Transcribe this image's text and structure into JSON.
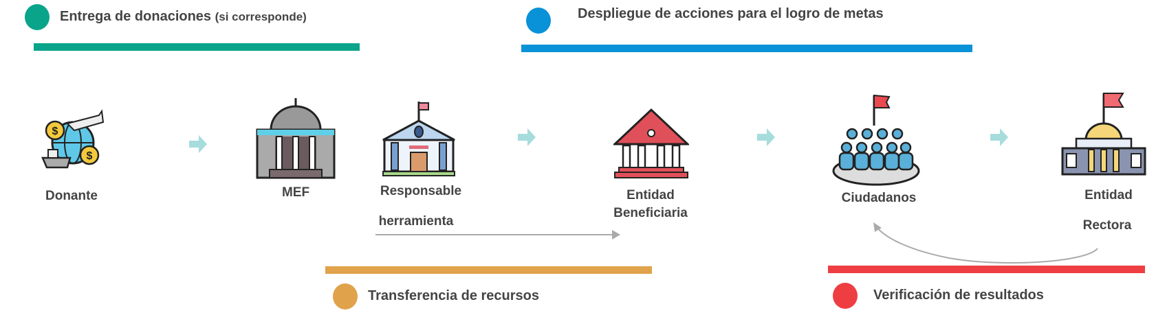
{
  "phases": {
    "donations": {
      "title": "Entrega de donaciones",
      "note": "(si corresponde)",
      "color": "#0aa48b"
    },
    "actions": {
      "title": "Despliegue de acciones para el logro de metas",
      "color": "#0a92d8"
    },
    "transfer": {
      "title": "Transferencia de recursos",
      "color": "#e0a24a"
    },
    "verification": {
      "title": "Verificación de resultados",
      "color": "#ee3e42"
    }
  },
  "actors": {
    "donante": {
      "label": "Donante",
      "icon": "globe-donation-icon"
    },
    "mef": {
      "label": "MEF",
      "icon": "dome-building-icon"
    },
    "responsable": {
      "label": "Responsable",
      "label2": "herramienta",
      "icon": "institution-building-icon"
    },
    "beneficiaria": {
      "label": "Entidad",
      "label2": "Beneficiaria",
      "icon": "bank-building-icon"
    },
    "ciudadanos": {
      "label": "Ciudadanos",
      "icon": "citizens-crowd-icon"
    },
    "rectora": {
      "label": "Entidad",
      "label2": "Rectora",
      "icon": "capitol-building-icon"
    }
  },
  "colors": {
    "flow_arrow": "#a6dcdc",
    "connector": "#aaaaaa",
    "text": "#444444"
  }
}
